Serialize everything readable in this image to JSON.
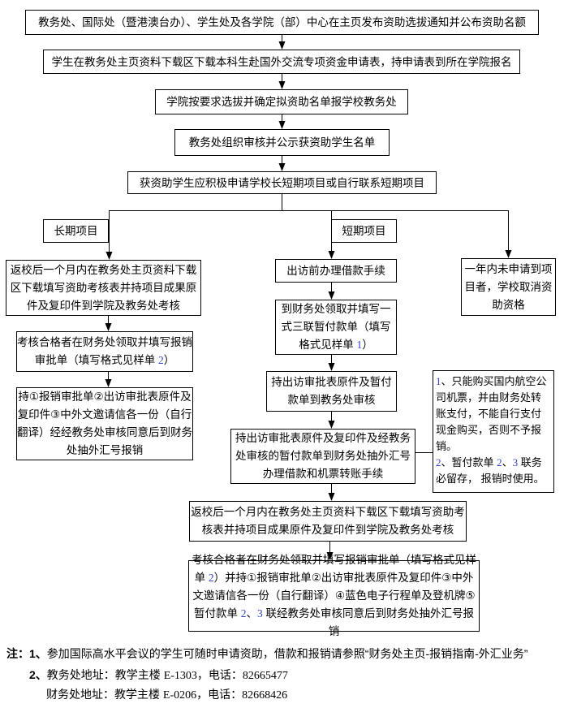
{
  "diagram": {
    "colors": {
      "number_highlight": "#3344CC"
    },
    "nodes": {
      "notice": "教务处、国际处（暨港澳台办）、学生处及各学院（部）中心在主页发布资助选拔通知并公布资助名额",
      "student_apply": "学生在教务处主页资料下载区下载本科生赴国外交流专项资金申请表，持申请表到所在学院报名",
      "college_select": "学院按要求选拔并确定拟资助名单报学校教务处",
      "review_publish": "教务处组织审核并公示获资助学生名单",
      "apply_projects": "获资助学生应积极申请学校长短期项目或自行联系短期项目",
      "branch_long_label": "长期项目",
      "branch_short_label": "短期项目",
      "no_project": "一年内未申请到项目者，学校取消资助资格",
      "long_assess": "返校后一个月内在教务处主页资料下载区下载填写资助考核表并持项目成果原件及复印件到学院及教务处考核",
      "long_reimburse_form": [
        {
          "t": "考核合格者在财务处领取并填写报销审批单（填写格式见样单 "
        },
        {
          "t": "2",
          "s": "num"
        },
        {
          "t": "）"
        }
      ],
      "long_reimburse_docs": "持①报销审批单②出访审批表原件及复印件③中外文邀请信各一份（自行翻译）经经教务处审核同意后到财务处抽外汇号报销",
      "short_loan": "出访前办理借款手续",
      "short_fill_voucher": [
        {
          "t": "到财务处领取并填写一式三联暂付款单（填写格式见样单 "
        },
        {
          "t": "1",
          "s": "num"
        },
        {
          "t": "）"
        }
      ],
      "short_review": "持出访审批表原件及暂付款单到教务处审核",
      "short_transfer": "持出访审批表原件及复印件及经教务处审核的暂付款单到财务处抽外汇号办理借款和机票转账手续",
      "short_assess": "返校后一个月内在教务处主页资料下载区下载填写资助考核表并持项目成果原件及复印件到学院及教务处考核",
      "short_reimburse": [
        {
          "t": "考核合格者在财务处领取并填写报销审批单（填写格式见样"
        },
        {
          "t": "单 "
        },
        {
          "t": "2",
          "s": "num"
        },
        {
          "t": "）并持①报销审批单②出访审批表原件及复印件③中外文邀请信各一份（自行翻译）④蓝色电子行程单及登机牌⑤暂付款单 "
        },
        {
          "t": "2",
          "s": "num"
        },
        {
          "t": "、"
        },
        {
          "t": "3",
          "s": "num"
        },
        {
          "t": " 联经教务处审核同意后到财务处抽外汇号报销"
        }
      ]
    },
    "side_note": {
      "item1": [
        {
          "t": "1",
          "s": "num"
        },
        {
          "t": "、只能购买国内航空公司机票，并由财务处转账支付，不能自行支付现金购买，否则不予报销。"
        }
      ],
      "item2": [
        {
          "t": "2",
          "s": "num"
        },
        {
          "t": "、暂付款单 "
        },
        {
          "t": "2",
          "s": "num"
        },
        {
          "t": "、"
        },
        {
          "t": "3",
          "s": "num"
        },
        {
          "t": " 联务必留存， 报销时使用。"
        }
      ]
    },
    "footer": {
      "line1": [
        {
          "t": "注：1、",
          "s": "bold"
        },
        {
          "t": "参加国际高水平会议的学生可随时申请资助，借款和报销请参照“财务处主页-报销指南-外汇业务”"
        }
      ],
      "line2": [
        {
          "t": "2、",
          "s": "bold"
        },
        {
          "t": "教务处地址：教学主楼 "
        },
        {
          "t": "E-1303",
          "s": "serif"
        },
        {
          "t": "，电话："
        },
        {
          "t": "82665477",
          "s": "serif"
        }
      ],
      "line3": [
        {
          "t": "财务处地址：教学主楼 "
        },
        {
          "t": "E-0206",
          "s": "serif"
        },
        {
          "t": "，电话："
        },
        {
          "t": "82668426",
          "s": "serif"
        }
      ]
    }
  }
}
